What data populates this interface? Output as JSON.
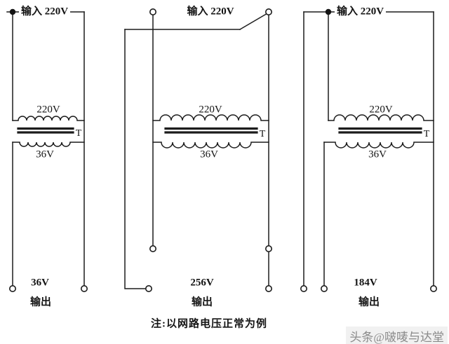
{
  "note": "注:以网路电压正常为例",
  "watermark": "头条@啵唛与达堂",
  "colors": {
    "wire": "#1c1c1c",
    "text": "#141414",
    "watermark": "#8a8a8a",
    "background": "#ffffff"
  },
  "diagrams": [
    {
      "name": "isolation-step-down",
      "input_label": "输入 220V",
      "primary_voltage": "220V",
      "secondary_voltage": "36V",
      "transformer_label": "T",
      "output_voltage": "36V",
      "output_label": "输出"
    },
    {
      "name": "series-boost",
      "input_label": "输入 220V",
      "primary_voltage": "220V",
      "secondary_voltage": "36V",
      "transformer_label": "T",
      "output_voltage": "256V",
      "output_label": "输出"
    },
    {
      "name": "series-buck",
      "input_label": "输入 220V",
      "primary_voltage": "220V",
      "secondary_voltage": "36V",
      "transformer_label": "T",
      "output_voltage": "184V",
      "output_label": "输出"
    }
  ]
}
